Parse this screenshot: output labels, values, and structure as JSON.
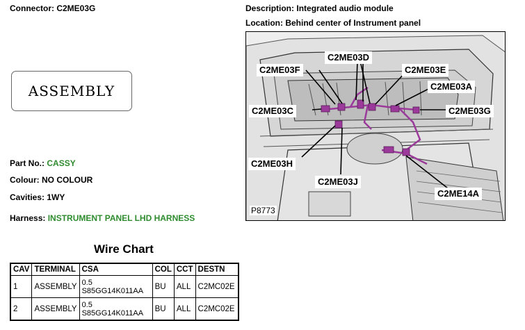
{
  "connector": {
    "label": "Connector:",
    "value": "C2ME03G"
  },
  "description": {
    "label": "Description:",
    "value": "Integrated audio module"
  },
  "location": {
    "label": "Location:",
    "value": "Behind center of Instrument panel"
  },
  "assembly_box": "ASSEMBLY",
  "part_no": {
    "label": "Part No.:",
    "value": "CASSY"
  },
  "colour": {
    "label": "Colour:",
    "value": "NO COLOUR"
  },
  "cavities": {
    "label": "Cavities:",
    "value": "1WY"
  },
  "harness": {
    "label": "Harness:",
    "value": "INSTRUMENT PANEL LHD HARNESS"
  },
  "photo": {
    "callouts": [
      "C2ME03D",
      "C2ME03F",
      "C2ME03E",
      "C2ME03A",
      "C2ME03C",
      "C2ME03G",
      "C2ME03H",
      "C2ME03J",
      "C2ME14A"
    ],
    "ref": "P8773"
  },
  "wire_chart": {
    "title": "Wire Chart",
    "headers": [
      "CAV",
      "TERMINAL",
      "CSA",
      "COL",
      "CCT",
      "DESTN"
    ],
    "rows": [
      {
        "cav": "1",
        "terminal": "ASSEMBLY",
        "csa_1": "0.5",
        "csa_2": "S85GG14K011AA",
        "col": "BU",
        "cct": "ALL",
        "destn": "C2MC02E"
      },
      {
        "cav": "2",
        "terminal": "ASSEMBLY",
        "csa_1": "0.5",
        "csa_2": "S85GG14K011AA",
        "col": "BU",
        "cct": "ALL",
        "destn": "C2MC02E"
      }
    ]
  },
  "colors": {
    "green": "#2e8b2e",
    "connector": "#9b3a9b"
  }
}
